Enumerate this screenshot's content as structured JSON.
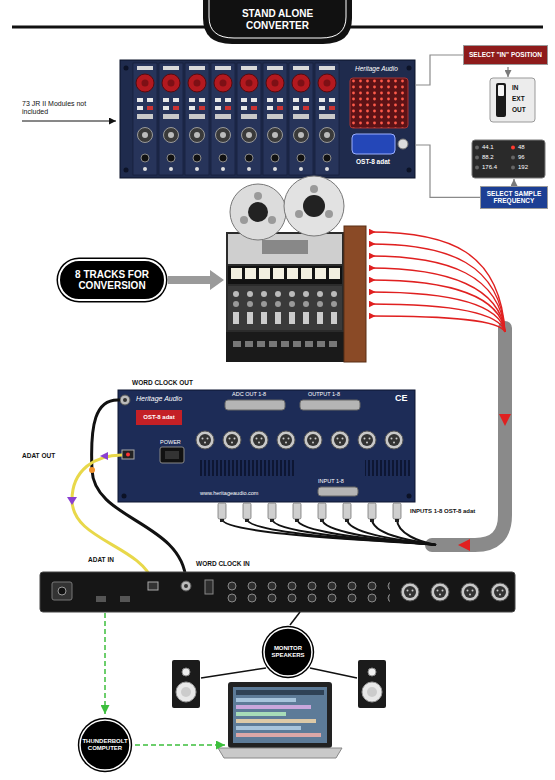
{
  "diagram": {
    "title": "STAND ALONE CONVERTER",
    "nodes": [
      {
        "text": [
          "Heritage Audio",
          "OST-8 adat"
        ]
      },
      {
        "text": [
          "SELECT \"IN\" POSITION"
        ]
      },
      {
        "text": [
          "SELECT SAMPLE FREQUENCY"
        ]
      },
      {
        "text": [
          "8 TRACKS FOR CONVERSION"
        ]
      },
      {
        "text": [
          "Heritage Audio"
        ]
      },
      {
        "text": [
          "OST-8 adat"
        ],
        "in": 4
      },
      {
        "text": [
          "MONITOR SPEAKERS"
        ]
      },
      {
        "text": [
          "THUNDERBOLT COMPUTER"
        ]
      }
    ],
    "edges": [
      {
        "from": 1,
        "to": 0,
        "arrow": "none"
      },
      {
        "from": 2,
        "to": 0,
        "arrow": "none"
      }
    ],
    "labels": [
      "73 JR II Modules not included",
      "IN",
      "EXT",
      "OUT",
      "44.1",
      "48",
      "88.2",
      "96",
      "176.4",
      "192",
      "WORD CLOCK OUT",
      "ADAT OUT",
      "ADAT IN",
      "WORD CLOCK IN",
      "INPUTS 1-8 OST-8 adat",
      "ADC OUT 1-8",
      "OUTPUT 1-8",
      "CE",
      "POWER",
      "INPUT 1-8",
      "www.heritageaudio.com"
    ]
  }
}
